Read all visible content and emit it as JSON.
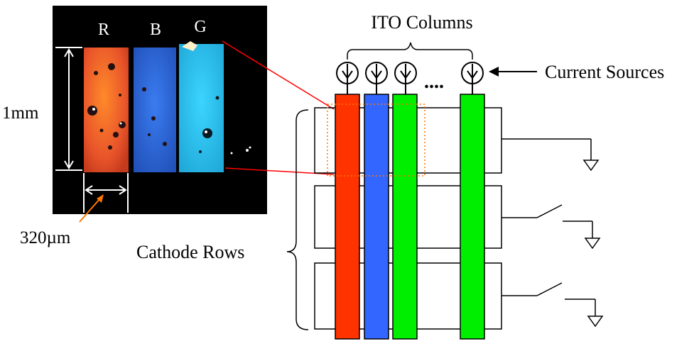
{
  "photo": {
    "labels": {
      "r": "R",
      "b": "B",
      "g": "G"
    },
    "height_label": "1mm",
    "width_label": "320µm",
    "colors": {
      "red_pixel": "#e0542a",
      "blue_pixel": "#2d66d8",
      "green_pixel": "#27c7ee"
    }
  },
  "schematic": {
    "ito_label": "ITO Columns",
    "current_label": "Current Sources",
    "ellipsis": "....",
    "cathode_label": "Cathode Rows",
    "colors": {
      "red": "#ff3300",
      "blue": "#3366ff",
      "green": "#00ee00",
      "pointer": "#ff0000",
      "arrow_orange": "#ff7700"
    }
  }
}
